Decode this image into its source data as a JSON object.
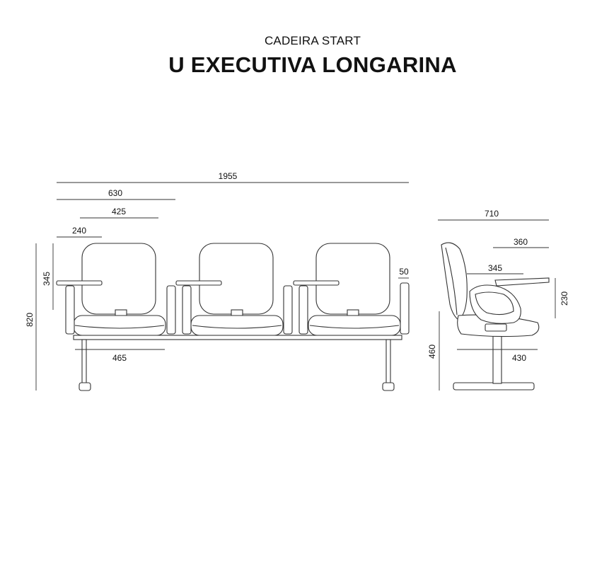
{
  "header": {
    "subtitle": "CADEIRA START",
    "title": "U EXECUTIVA LONGARINA"
  },
  "dimensions": {
    "total_width": "1955",
    "width_630": "630",
    "width_425": "425",
    "width_240": "240",
    "backrest_height": "345",
    "total_height": "820",
    "armrest_width": "50",
    "seat_width": "465",
    "depth_total": "710",
    "tablet_depth": "360",
    "seat_depth": "345",
    "arm_height": "230",
    "seat_height": "460",
    "base_depth": "430"
  }
}
